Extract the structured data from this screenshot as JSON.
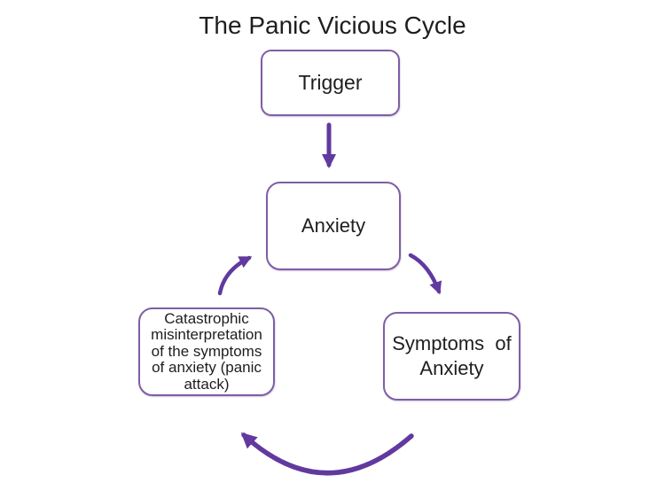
{
  "title": "The Panic Vicious Cycle",
  "nodes": {
    "trigger": {
      "label": "Trigger"
    },
    "anxiety": {
      "label": "Anxiety"
    },
    "symptoms": {
      "label": "Symptoms  of Anxiety",
      "lines": [
        "Symptoms  of",
        "Anxiety"
      ]
    },
    "catastrophic": {
      "label": "Catastrophic misinterpretation of the symptoms of anxiety (panic attack)",
      "lines": [
        "Catastrophic",
        "misinterpretation",
        "of the symptoms",
        "of anxiety (panic",
        "attack)"
      ]
    }
  },
  "edges": [
    {
      "from": "trigger",
      "to": "anxiety"
    },
    {
      "from": "anxiety",
      "to": "symptoms"
    },
    {
      "from": "symptoms",
      "to": "catastrophic"
    },
    {
      "from": "catastrophic",
      "to": "anxiety"
    }
  ],
  "colors": {
    "background": "#ffffff",
    "text": "#1e1e1e",
    "box_border": "#7d5fa5",
    "arrow": "#61399f"
  }
}
